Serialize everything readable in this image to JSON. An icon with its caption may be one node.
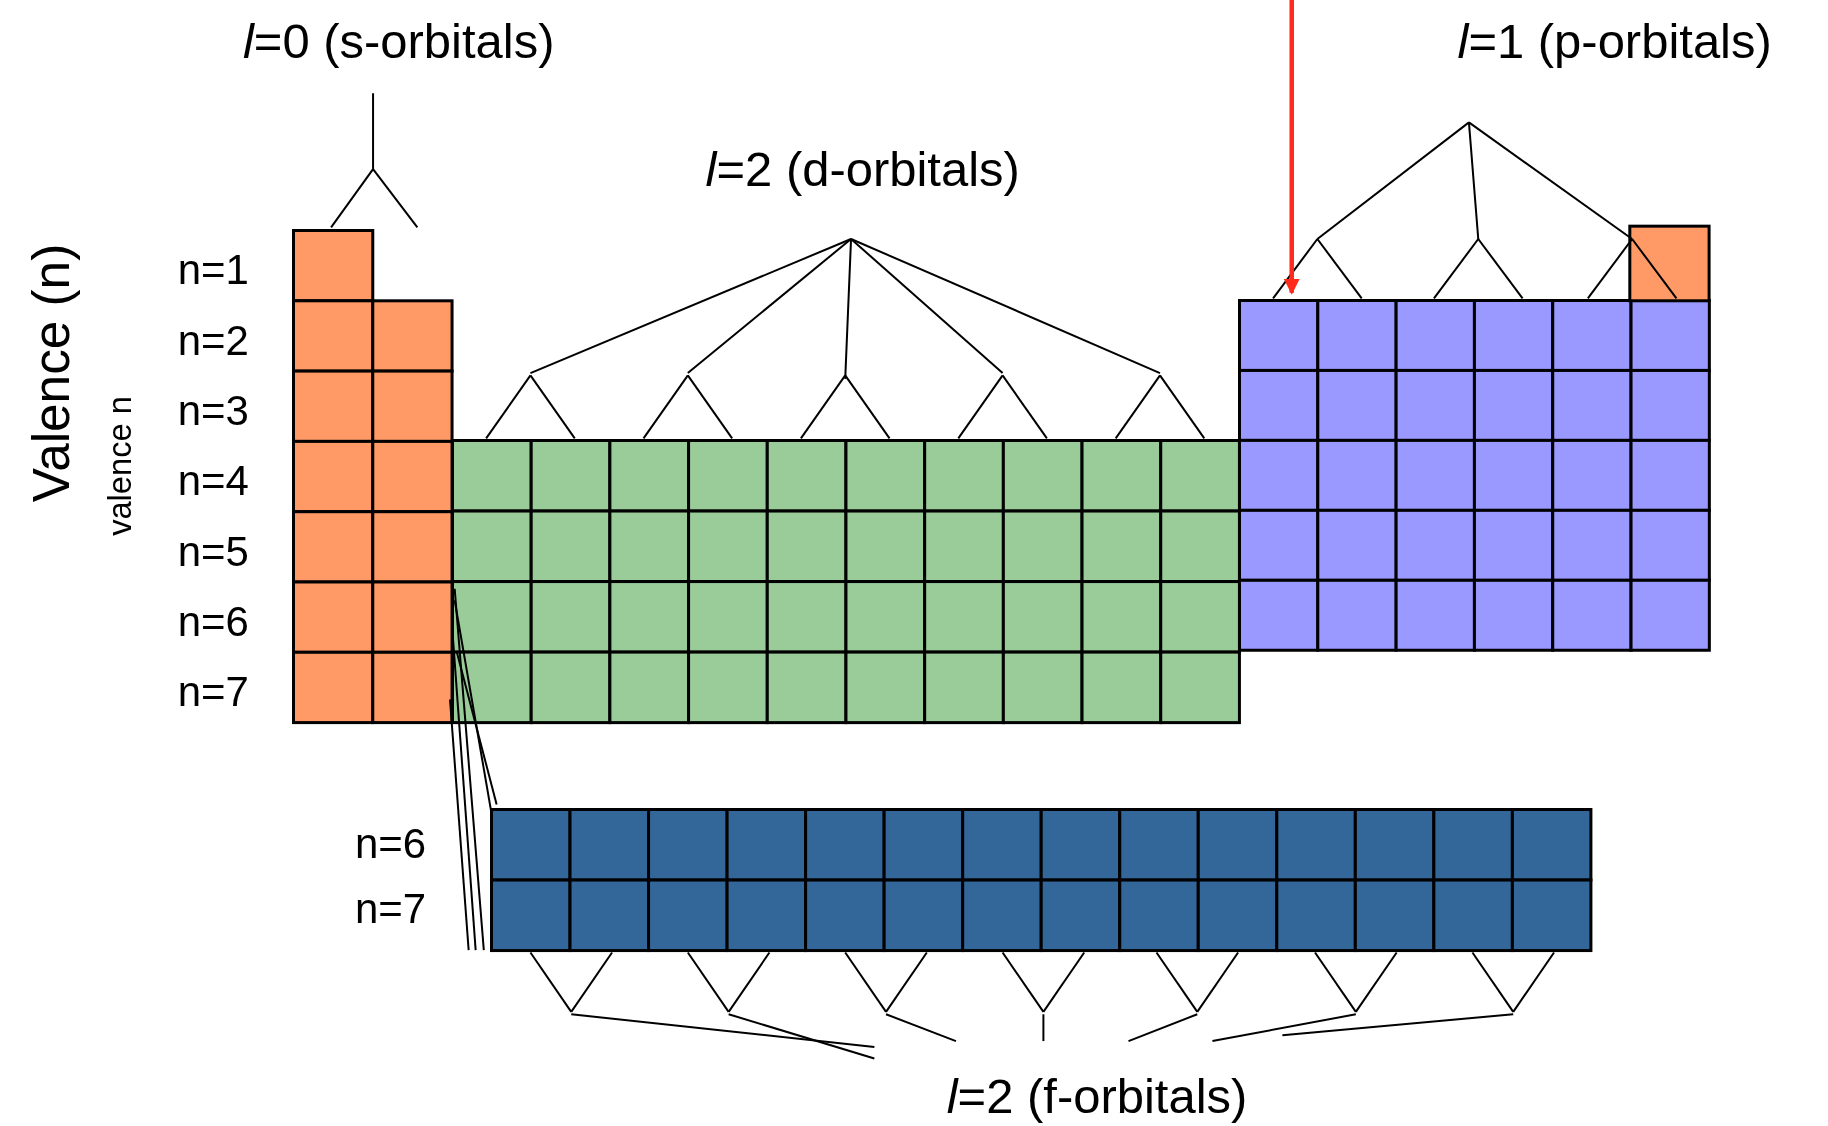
{
  "diagram": {
    "nodes": [
      {
        "text": [],
        "shape": "box"
      },
      {
        "text": [],
        "shape": "box"
      },
      {
        "text": [],
        "shape": "box"
      },
      {
        "text": [],
        "shape": "box"
      }
    ],
    "edges": [
      {
        "from": null,
        "to": 2,
        "arrow": "to",
        "color": "#ff2a1a"
      }
    ],
    "labels": [
      "*l*=0 (s-orbitals)",
      "*l*=1 (p-orbitals)",
      "*l*=2 (d-orbitals)",
      "Valence (n)",
      "valence n",
      "n=1",
      "n=2",
      "n=3",
      "n=4",
      "n=5",
      "n=6",
      "n=7",
      "n=6",
      "n=7",
      "*l*=2 (f-orbitals)"
    ]
  }
}
